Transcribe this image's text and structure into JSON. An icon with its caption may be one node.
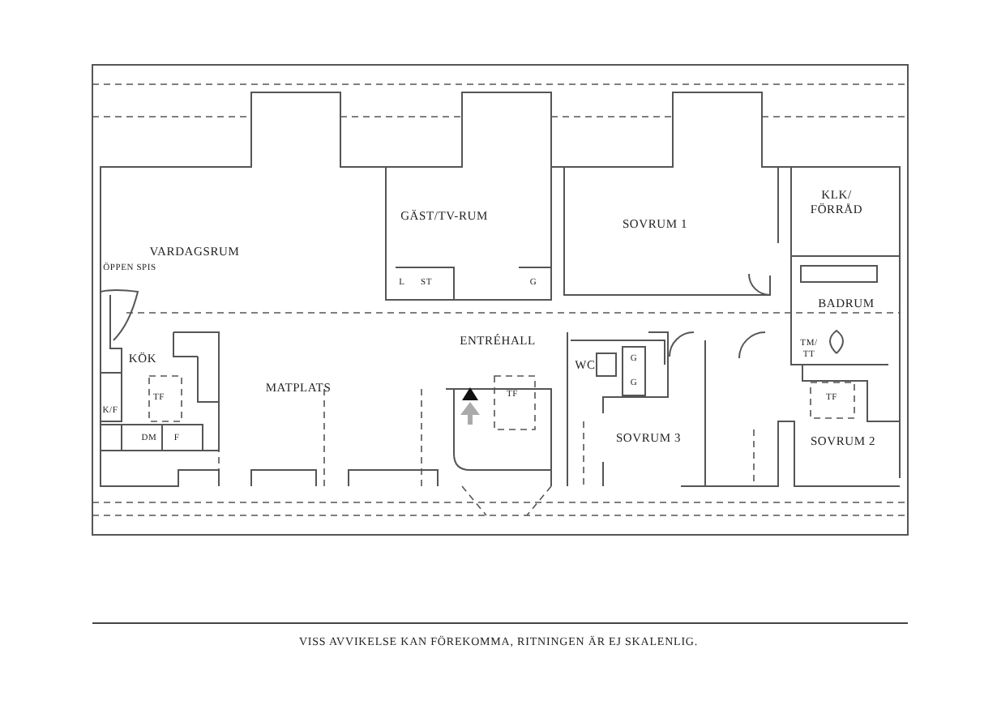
{
  "diagram": {
    "caption": "VISS AVVIKELSE KAN FÖREKOMMA, RITNINGEN ÄR EJ SKALENLIG.",
    "labels": [
      "KLK/ FÖRRÅD",
      "GÄST/TV-RUM",
      "SOVRUM 1",
      "VARDAGSRUM",
      "ÖPPEN SPIS",
      "L",
      "ST",
      "G",
      "BADRUM",
      "ENTRÉHALL",
      "KÖK",
      "TM/ TT",
      "G",
      "WC",
      "G",
      "TF",
      "MATPLATS",
      "TF",
      "TF",
      "K/F",
      "SOVRUM 3",
      "SOVRUM 2",
      "DM",
      "F"
    ]
  }
}
